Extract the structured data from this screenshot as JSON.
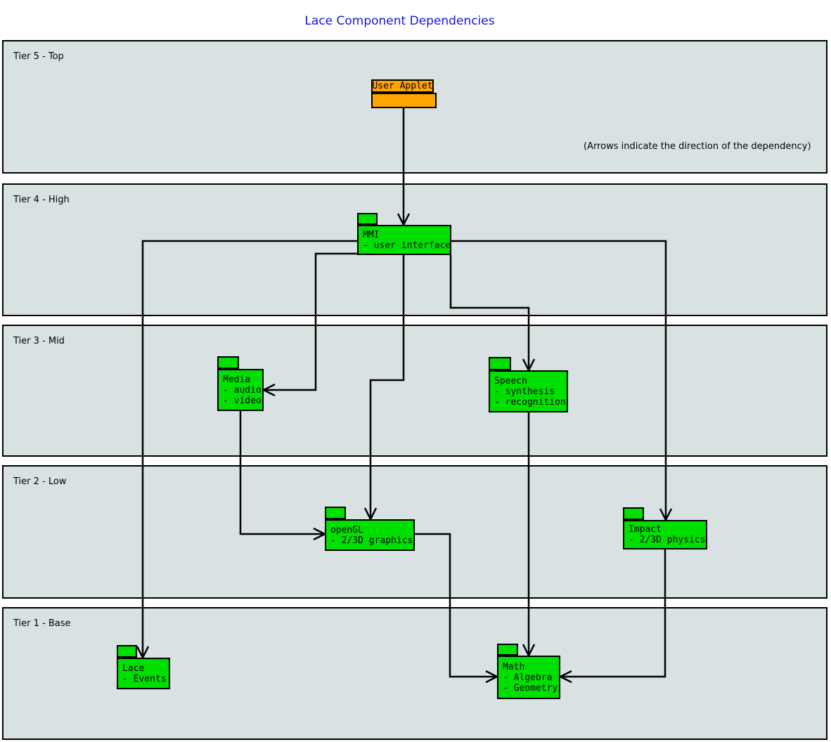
{
  "title": "Lace Component Dependencies",
  "note": "(Arrows indicate the direction of the dependency)",
  "colors": {
    "band_bg": "#d8e2e2",
    "component_green": "#00e000",
    "applet_orange": "#ffa500",
    "title_blue": "#1414dd",
    "line": "#000000"
  },
  "tiers": [
    {
      "label": "Tier 5 - Top"
    },
    {
      "label": "Tier 4 - High"
    },
    {
      "label": "Tier 3 - Mid"
    },
    {
      "label": "Tier 2 - Low"
    },
    {
      "label": "Tier 1 - Base"
    }
  ],
  "components": [
    {
      "id": "user-applet",
      "name": "User Applet",
      "lines": []
    },
    {
      "id": "mmi",
      "name": "MMI",
      "lines": [
        "- user interface"
      ]
    },
    {
      "id": "media",
      "name": "Media",
      "lines": [
        "- audio",
        "- video"
      ]
    },
    {
      "id": "speech",
      "name": "Speech",
      "lines": [
        "- synthesis",
        "- recognition"
      ]
    },
    {
      "id": "opengl",
      "name": "openGL",
      "lines": [
        "- 2/3D graphics"
      ]
    },
    {
      "id": "impact",
      "name": "Impact",
      "lines": [
        "- 2/3D physics"
      ]
    },
    {
      "id": "lace",
      "name": "Lace",
      "lines": [
        "- Events"
      ]
    },
    {
      "id": "math",
      "name": "Math",
      "lines": [
        "- Algebra",
        "- Geometry"
      ]
    }
  ],
  "edges": [
    {
      "from": "User Applet",
      "to": "MMI"
    },
    {
      "from": "MMI",
      "to": "Lace"
    },
    {
      "from": "MMI",
      "to": "Media"
    },
    {
      "from": "MMI",
      "to": "openGL"
    },
    {
      "from": "MMI",
      "to": "Speech"
    },
    {
      "from": "MMI",
      "to": "Impact"
    },
    {
      "from": "Media",
      "to": "openGL"
    },
    {
      "from": "openGL",
      "to": "Math"
    },
    {
      "from": "Speech",
      "to": "Math"
    },
    {
      "from": "Impact",
      "to": "Math"
    }
  ]
}
